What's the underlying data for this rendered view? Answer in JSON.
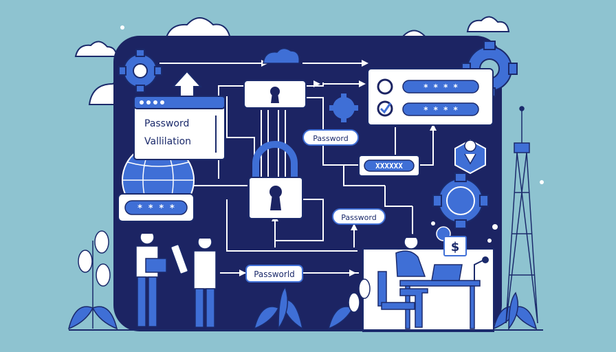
{
  "window_panel": {
    "line1": "Password",
    "line2": "Vallilation"
  },
  "masked_fields": {
    "left_field": "* * * *",
    "top_field_1": "* * * *",
    "top_field_2": "* * * *",
    "middle_field": "XXXXXX"
  },
  "password_labels": {
    "label_right_top": "Password",
    "label_center_right": "Password",
    "label_bottom": "Passworld"
  },
  "desk_screen": {
    "symbol": "$"
  },
  "colors": {
    "background": "#8ec3d0",
    "board": "#1c2463",
    "accent_blue": "#3f6fd6",
    "panel_white": "#ffffff",
    "outline": "#1b2a6b"
  }
}
